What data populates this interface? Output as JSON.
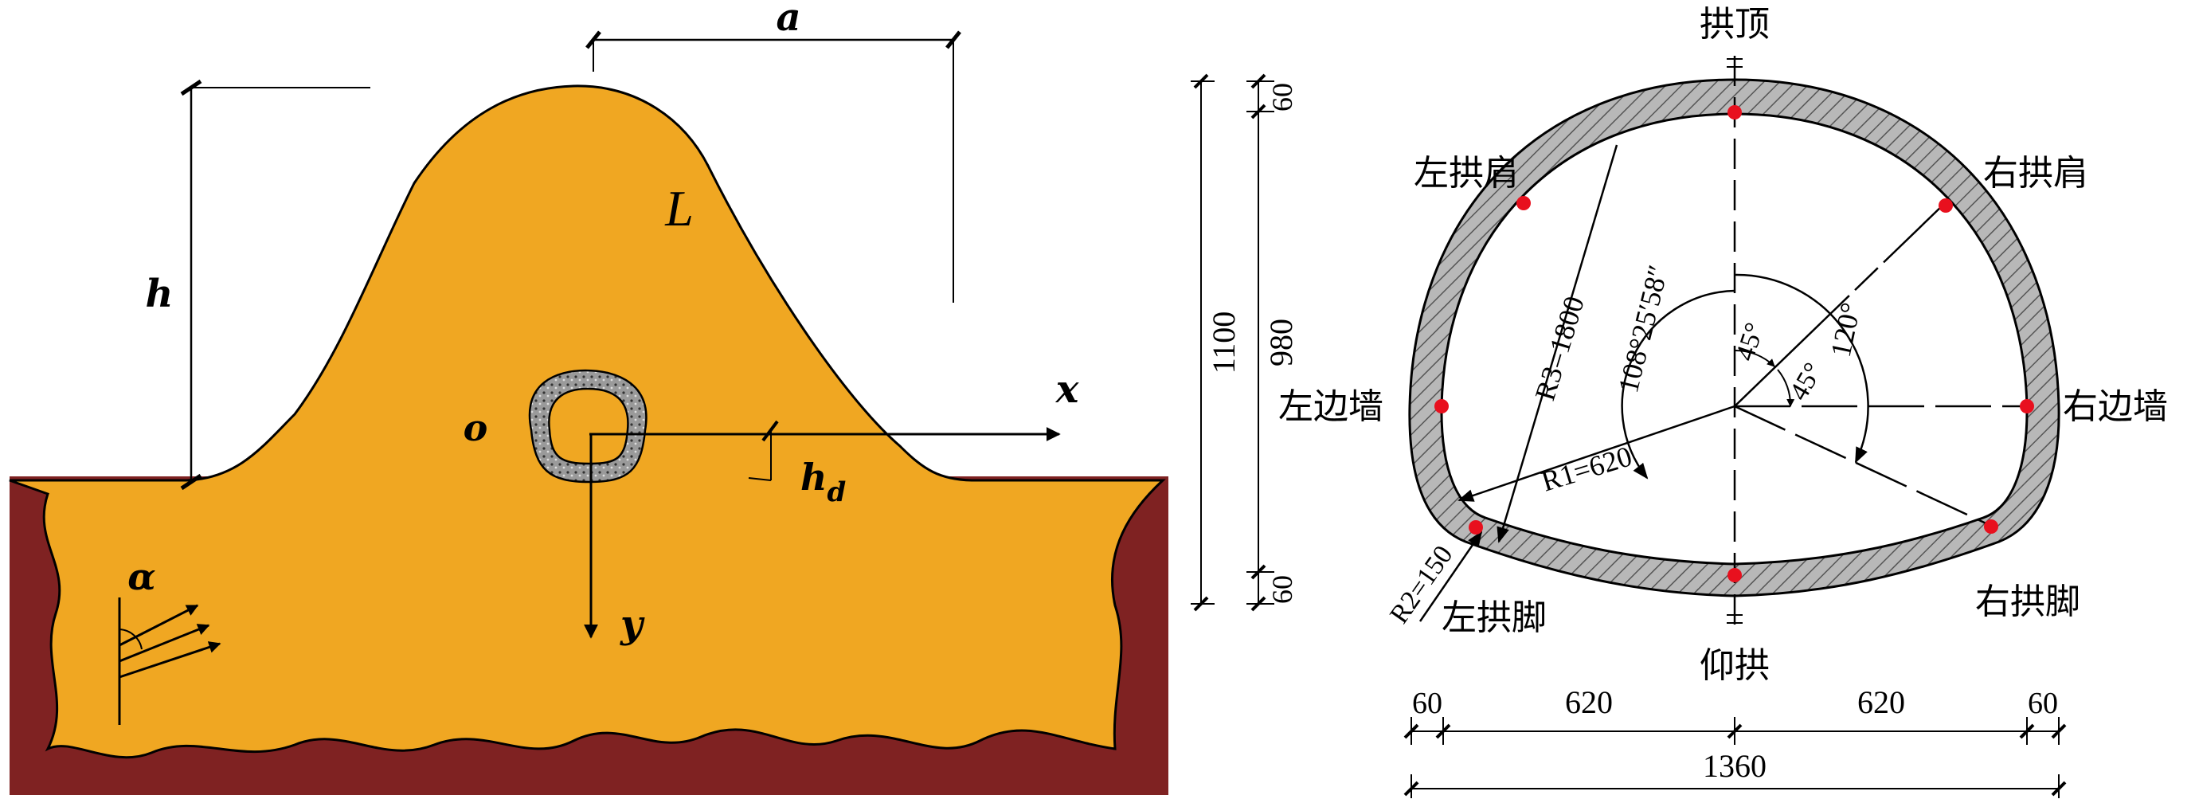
{
  "colors": {
    "soil": "#F0A722",
    "bedrock": "#7F2222",
    "lining": "#AAAAAA",
    "ink": "#000000",
    "marker": "#E8101E"
  },
  "left_panel": {
    "dim_a": "a",
    "dim_h": "h",
    "hill_label": "L",
    "origin_label": "o",
    "x_axis": "x",
    "y_axis": "y",
    "depth_label": "h",
    "depth_subscript": "d",
    "incidence_label": "α"
  },
  "right_panel": {
    "positions": {
      "crown": "拱顶",
      "left_shoulder": "左拱肩",
      "right_shoulder": "右拱肩",
      "left_wall": "左边墙",
      "right_wall": "右边墙",
      "left_foot": "左拱脚",
      "right_foot": "右拱脚",
      "invert": "仰拱"
    },
    "vertical_dims": {
      "total": "1100",
      "inner": "980",
      "top_thickness": "60",
      "bottom_thickness": "60"
    },
    "horizontal_dims": {
      "left_thickness": "60",
      "left_span": "620",
      "right_span": "620",
      "right_thickness": "60",
      "total": "1360"
    },
    "radii": {
      "r1": "R1=620",
      "r2": "R2=150",
      "r3": "R3=1800"
    },
    "angles": {
      "a108": "108°25′58″",
      "a45_left": "45°",
      "a45_right": "45°",
      "a120": "120°"
    }
  }
}
